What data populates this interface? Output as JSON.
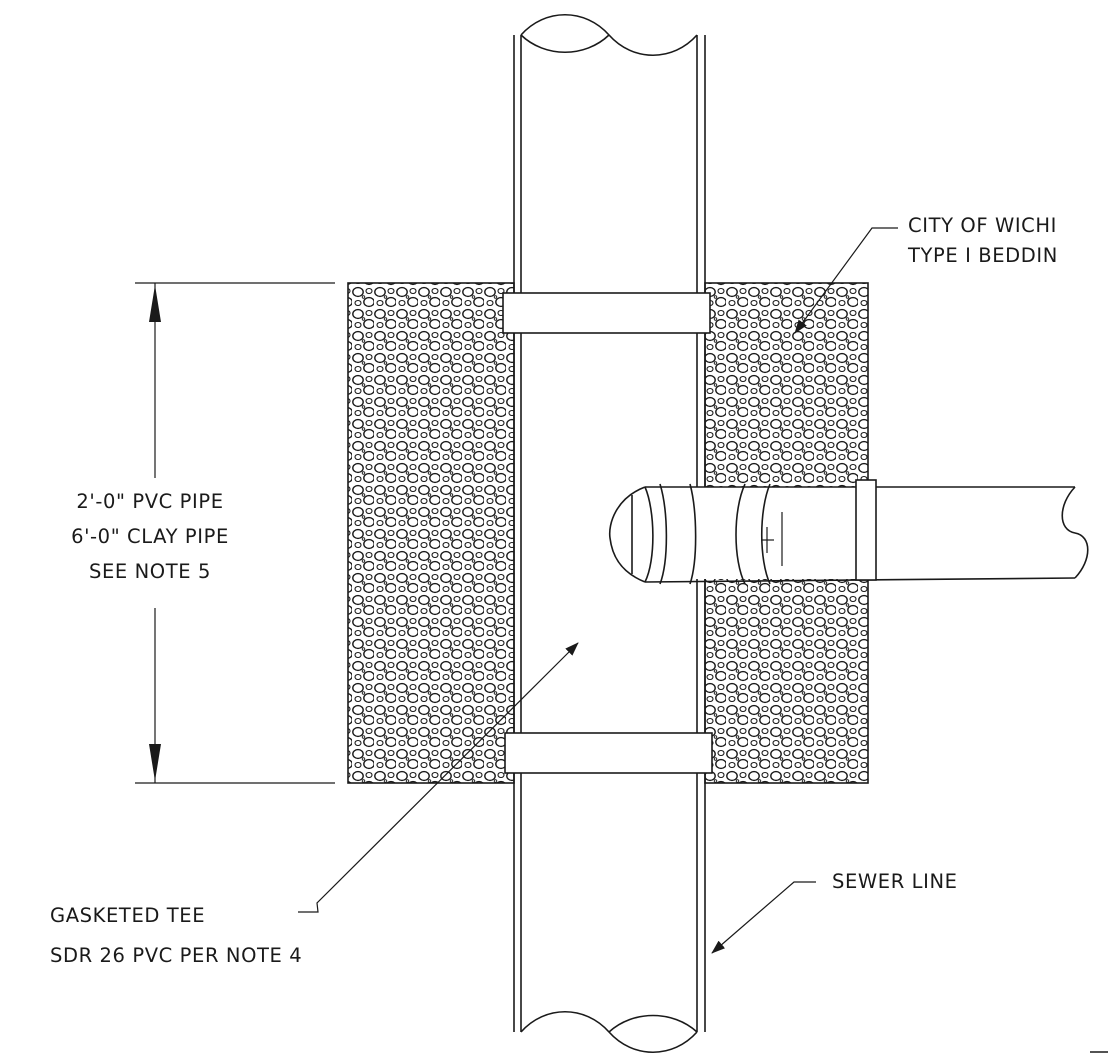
{
  "labels": {
    "bedding_line1": "CITY OF WICHI",
    "bedding_line2": "TYPE I BEDDIN",
    "dimension_line1": "2'-0\" PVC PIPE",
    "dimension_line2": "6'-0\" CLAY PIPE",
    "dimension_line3": "SEE NOTE 5",
    "tee_line1": "GASKETED TEE",
    "tee_line2": "SDR 26 PVC PER NOTE 4",
    "sewer": "SEWER LINE"
  },
  "colors": {
    "ink": "#1a1a1a",
    "paper": "#ffffff"
  }
}
